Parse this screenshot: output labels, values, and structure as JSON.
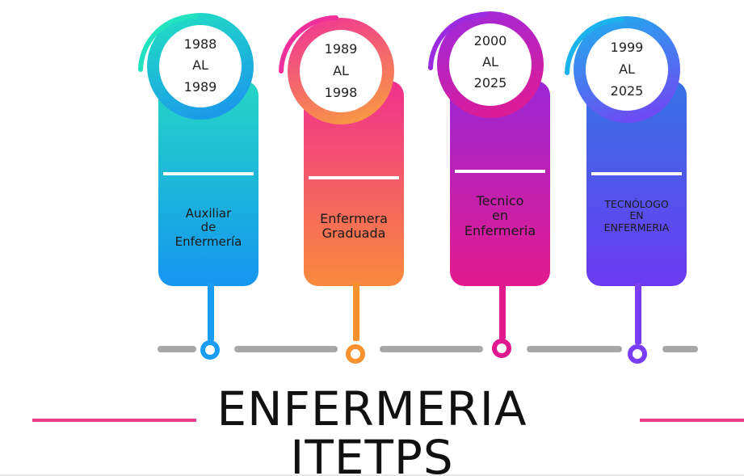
{
  "title_line1": "ENFERMERIA",
  "title_line2": "ITETPS",
  "items": [
    {
      "range": [
        "1988",
        "AL",
        "1989"
      ],
      "label": [
        "Auxiliar",
        "de",
        "Enfermería"
      ],
      "colors": {
        "top": "#25d6c4",
        "bottom": "#1596f0",
        "ring_a": "#21e3c0",
        "ring_b": "#1a8ff0",
        "accent": "#1a9cf1"
      }
    },
    {
      "range": [
        "1989",
        "AL",
        "1998"
      ],
      "label": [
        "Enfermera",
        "Graduada"
      ],
      "colors": {
        "top": "#f0308f",
        "bottom": "#f88a3c",
        "ring_a": "#f0309a",
        "ring_b": "#f9a33a",
        "accent": "#f7922f"
      }
    },
    {
      "range": [
        "2000",
        "AL",
        "2025"
      ],
      "label": [
        "Tecnico",
        "en",
        "Enfermeria"
      ],
      "colors": {
        "top": "#9a27d6",
        "bottom": "#e41a8e",
        "ring_a": "#9b2ae0",
        "ring_b": "#e6198c",
        "accent": "#e0198f"
      }
    },
    {
      "range": [
        "1999",
        "AL",
        "2025"
      ],
      "label": [
        "TECNÓLOGO",
        "EN",
        "ENFERMERIA"
      ],
      "colors": {
        "top": "#3773e6",
        "bottom": "#6b3af2",
        "ring_a": "#1ab3ee",
        "ring_b": "#7a3cf4",
        "accent": "#7a3cf4"
      }
    }
  ],
  "colors": {
    "axis": "#a7a7a7",
    "title_lines": "#ee3a8f"
  }
}
